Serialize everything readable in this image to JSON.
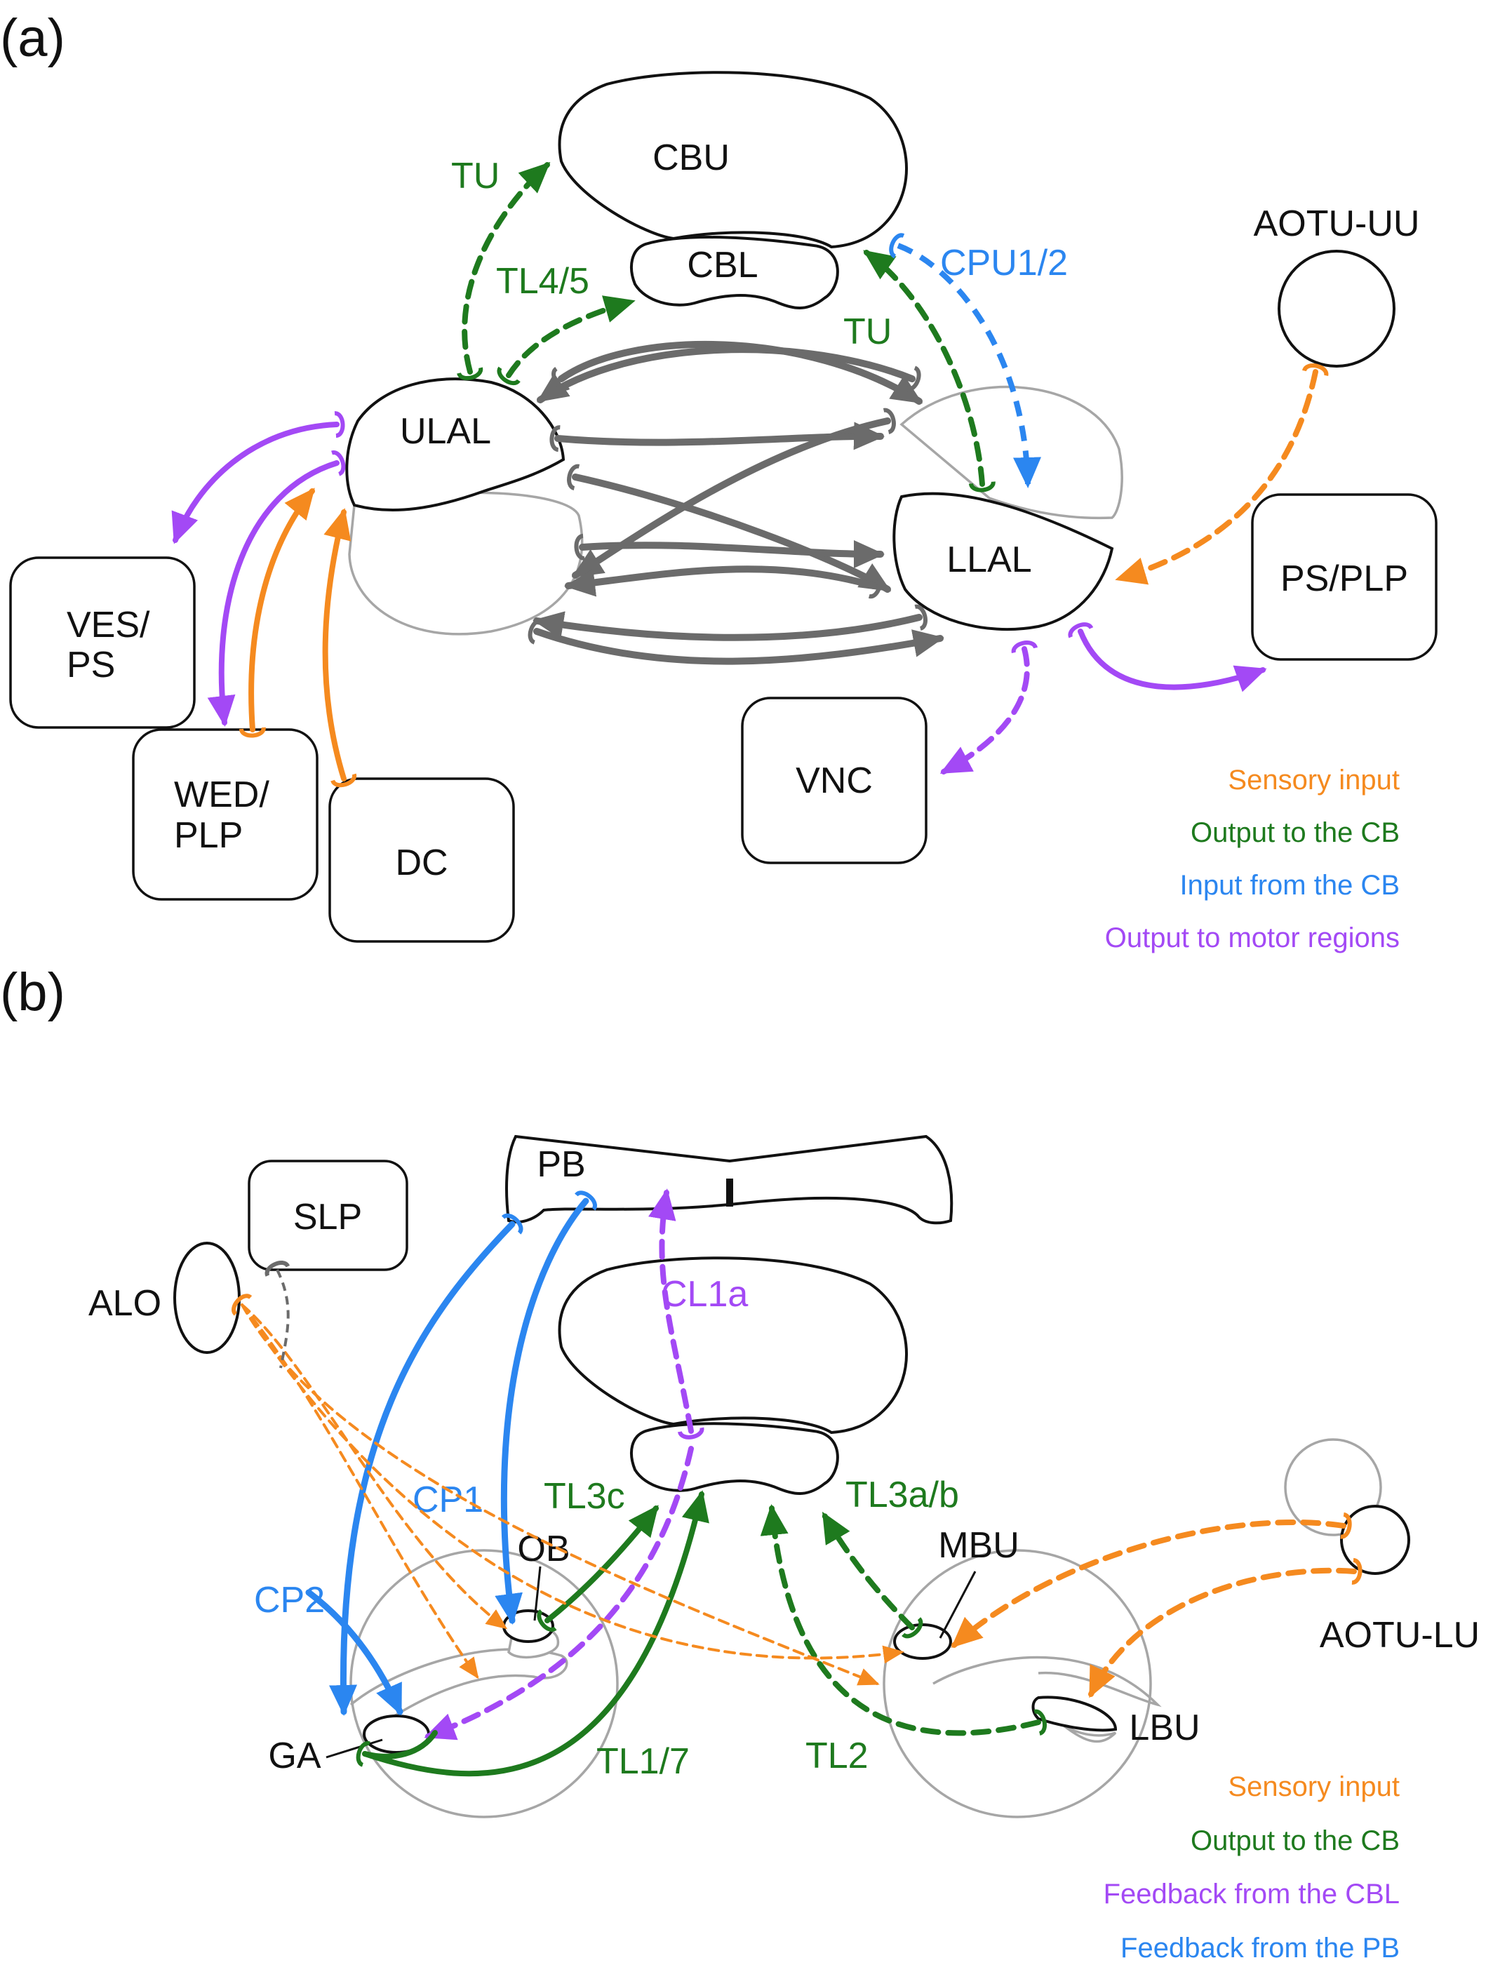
{
  "colors": {
    "sensory": "#f58a1f",
    "output_cb": "#1e7a1e",
    "input_cb": "#2b86f0",
    "motor": "#a349f5",
    "gray": "#6b6b6b",
    "ghost": "#a6a6a6",
    "outline": "#111111"
  },
  "panel_a": {
    "panel_label": "(a)",
    "regions": {
      "cbu": "CBU",
      "cbl": "CBL",
      "ulal": "ULAL",
      "llal": "LLAL",
      "aotu_uu": "AOTU-UU",
      "ves_ps": [
        "VES/",
        "PS"
      ],
      "wed_plp": [
        "WED/",
        "PLP"
      ],
      "dc": "DC",
      "vnc": "VNC",
      "ps_plp": "PS/PLP"
    },
    "neurons": {
      "tu_left": "TU",
      "tl45": "TL4/5",
      "tu_right": "TU",
      "cpu12": "CPU1/2"
    },
    "legend": [
      {
        "text": "Sensory input",
        "color": "#f58a1f"
      },
      {
        "text": "Output to the CB",
        "color": "#1e7a1e"
      },
      {
        "text": "Input from the CB",
        "color": "#2b86f0"
      },
      {
        "text": "Output to motor regions",
        "color": "#a349f5"
      }
    ]
  },
  "panel_b": {
    "panel_label": "(b)",
    "regions": {
      "pb": "PB",
      "slp": "SLP",
      "alo": "ALO",
      "ob": "OB",
      "ga": "GA",
      "mbu": "MBU",
      "lbu": "LBU",
      "aotu_lu": "AOTU-LU"
    },
    "neurons": {
      "cl1a": "CL1a",
      "cp1": "CP1",
      "cp2": "CP2",
      "tl3c": "TL3c",
      "tl3ab": "TL3a/b",
      "tl17": "TL1/7",
      "tl2": "TL2"
    },
    "legend": [
      {
        "text": "Sensory input",
        "color": "#f58a1f"
      },
      {
        "text": "Output to the CB",
        "color": "#1e7a1e"
      },
      {
        "text": "Feedback from the CBL",
        "color": "#a349f5"
      },
      {
        "text": "Feedback from the PB",
        "color": "#2b86f0"
      }
    ]
  }
}
